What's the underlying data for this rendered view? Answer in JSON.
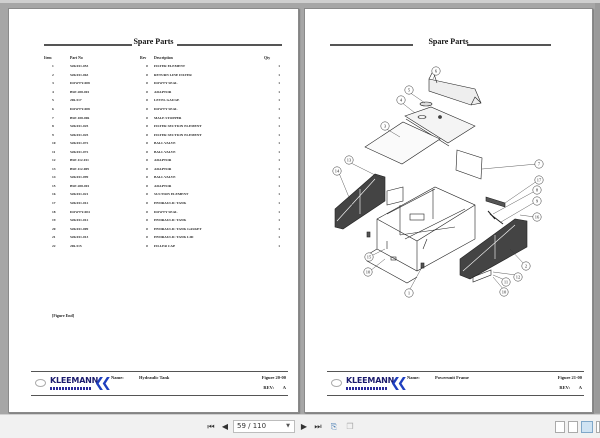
{
  "viewer": {
    "current_page": "59",
    "total_pages": "110",
    "page_indicator": "59 / 110"
  },
  "left_page": {
    "header_title": "Spare Parts",
    "columns": {
      "item": "Item",
      "part_no": "Part No",
      "rev": "Rev",
      "description": "Description",
      "qty": "Qty"
    },
    "rows": [
      {
        "item": "1",
        "part_no": "520c011-053",
        "rev": "0",
        "description": "FILTER ELEMENT",
        "qty": "1"
      },
      {
        "item": "2",
        "part_no": "520c011-063",
        "rev": "0",
        "description": "RETURN LINE FILTER",
        "qty": "1"
      },
      {
        "item": "3",
        "part_no": "DOWTY-008",
        "rev": "0",
        "description": "DOWTY SEAL",
        "qty": "1"
      },
      {
        "item": "4",
        "part_no": "BSP-208-001",
        "rev": "0",
        "description": "ADAPTOR",
        "qty": "1"
      },
      {
        "item": "5",
        "part_no": "206-517",
        "rev": "0",
        "description": "LEVEL GAUGE",
        "qty": "1"
      },
      {
        "item": "6",
        "part_no": "DOWTY-008",
        "rev": "0",
        "description": "DOWTY SEAL",
        "qty": "1"
      },
      {
        "item": "7",
        "part_no": "BSP-108-006",
        "rev": "0",
        "description": "MALE STOPPER",
        "qty": "1"
      },
      {
        "item": "8",
        "part_no": "520c011-025",
        "rev": "0",
        "description": "FILTER SECTION ELEMENT",
        "qty": "1"
      },
      {
        "item": "9",
        "part_no": "520c011-025",
        "rev": "0",
        "description": "FILTER SECTION ELEMENT",
        "qty": "1"
      },
      {
        "item": "10",
        "part_no": "520c011-072",
        "rev": "0",
        "description": "BALL VALVE",
        "qty": "1"
      },
      {
        "item": "11",
        "part_no": "520c011-072",
        "rev": "0",
        "description": "BALL VALVE",
        "qty": "1"
      },
      {
        "item": "12",
        "part_no": "BSP-112-011",
        "rev": "0",
        "description": "ADAPTOR",
        "qty": "1"
      },
      {
        "item": "13",
        "part_no": "BSP-112-009",
        "rev": "0",
        "description": "ADAPTOR",
        "qty": "1"
      },
      {
        "item": "14",
        "part_no": "520c011-099",
        "rev": "0",
        "description": "BALL VALVE",
        "qty": "1"
      },
      {
        "item": "15",
        "part_no": "BSP-208-001",
        "rev": "0",
        "description": "ADAPTOR",
        "qty": "1"
      },
      {
        "item": "16",
        "part_no": "520c011-021",
        "rev": "0",
        "description": "SUCTION ELEMENT",
        "qty": "1"
      },
      {
        "item": "17",
        "part_no": "520c011-012",
        "rev": "0",
        "description": "HYDRAULIC TANK",
        "qty": "1"
      },
      {
        "item": "18",
        "part_no": "DOWTY-004",
        "rev": "0",
        "description": "DOWTY SEAL",
        "qty": "1"
      },
      {
        "item": "19",
        "part_no": "520c011-012",
        "rev": "0",
        "description": "HYDRAULIC TANK",
        "qty": "1"
      },
      {
        "item": "20",
        "part_no": "520c011-009",
        "rev": "0",
        "description": "HYDRAULIC TANK GASKET",
        "qty": "1"
      },
      {
        "item": "21",
        "part_no": "520c011-013",
        "rev": "0",
        "description": "HYDRAULIC TANK LID",
        "qty": "1"
      },
      {
        "item": "22",
        "part_no": "206-515",
        "rev": "0",
        "description": "FILLER CAP",
        "qty": "1"
      }
    ],
    "figure_end": "[Figure End]",
    "footer": {
      "brand": "KLEEMANN",
      "name_label": "Name:",
      "name_value": "Hydraulic Tank",
      "figure": "Figure 20-00",
      "rev_label": "REV:",
      "rev_value": "A"
    }
  },
  "right_page": {
    "header_title": "Spare Parts",
    "callouts": [
      "6",
      "5",
      "4",
      "3",
      "7",
      "17",
      "8",
      "9",
      "16",
      "13",
      "14",
      "15",
      "10",
      "1",
      "2",
      "12",
      "11",
      "10"
    ],
    "footer": {
      "brand": "KLEEMANN",
      "name_label": "Name:",
      "name_value": "Powerunit Frame",
      "figure": "Figure 21-00",
      "rev_label": "REV:",
      "rev_value": "A"
    }
  },
  "toolbar": {
    "first_page_icon": "first-page-icon",
    "prev_page_icon": "prev-page-icon",
    "next_page_icon": "next-page-icon",
    "last_page_icon": "last-page-icon",
    "copy_icon": "copy-icon",
    "paste_icon": "paste-icon",
    "view_modes": [
      "single-page",
      "continuous",
      "two-page",
      "two-page-continuous"
    ],
    "active_view": "two-page"
  },
  "colors": {
    "background": "#a6a6a6",
    "page": "#ffffff",
    "brand_blue": "#1f3fbf",
    "brand_navy": "#1b1b6e"
  }
}
